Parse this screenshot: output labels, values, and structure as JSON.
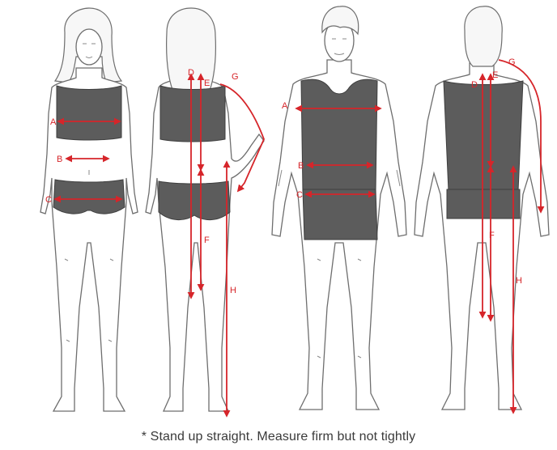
{
  "figures": {
    "woman_front": {
      "labels": {
        "a": "A",
        "b": "B",
        "c": "C"
      }
    },
    "woman_back": {
      "labels": {
        "d": "D",
        "e": "E",
        "f": "F",
        "g": "G",
        "h": "H"
      }
    },
    "man_front": {
      "labels": {
        "a": "A",
        "b": "B",
        "c": "C"
      }
    },
    "man_back": {
      "labels": {
        "d": "D",
        "e": "E",
        "f": "F",
        "g": "G",
        "h": "H"
      }
    }
  },
  "caption": "* Stand up straight. Measure firm but not tightly",
  "colors": {
    "measure_line": "#d6252a",
    "garment": "#5c5c5c",
    "outline": "#6e6e6e"
  }
}
